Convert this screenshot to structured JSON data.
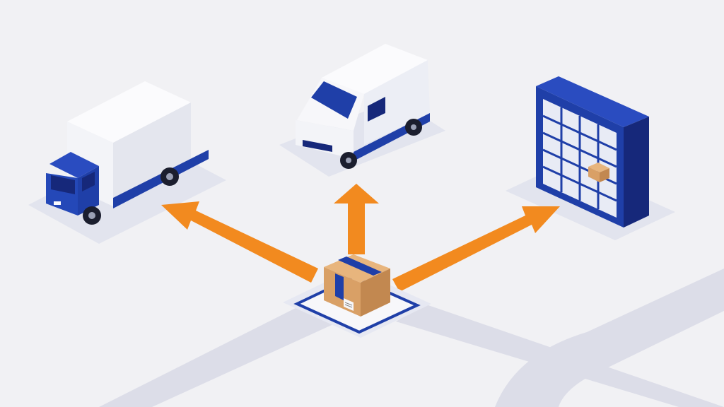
{
  "scene": {
    "nodes": [
      {
        "id": "hub",
        "icon": "package-box-icon",
        "role": "origin"
      },
      {
        "id": "truck",
        "icon": "box-truck-icon",
        "role": "destination"
      },
      {
        "id": "van",
        "icon": "delivery-van-icon",
        "role": "destination"
      },
      {
        "id": "locker",
        "icon": "parcel-locker-icon",
        "role": "destination"
      }
    ],
    "arrows": [
      {
        "from": "hub",
        "to": "truck"
      },
      {
        "from": "hub",
        "to": "van"
      },
      {
        "from": "hub",
        "to": "locker"
      }
    ],
    "colors": {
      "background": "#f1f1f4",
      "road": "#dcdde8",
      "pad": "#e2e4ee",
      "arrow": "#f28a1f",
      "arrow_shade": "#d97416",
      "brand_blue": "#1f3fa8",
      "dark_blue": "#16287a",
      "white_body": "#f7f7fa",
      "box_tan": "#d9a066",
      "box_shade": "#c28850"
    }
  }
}
